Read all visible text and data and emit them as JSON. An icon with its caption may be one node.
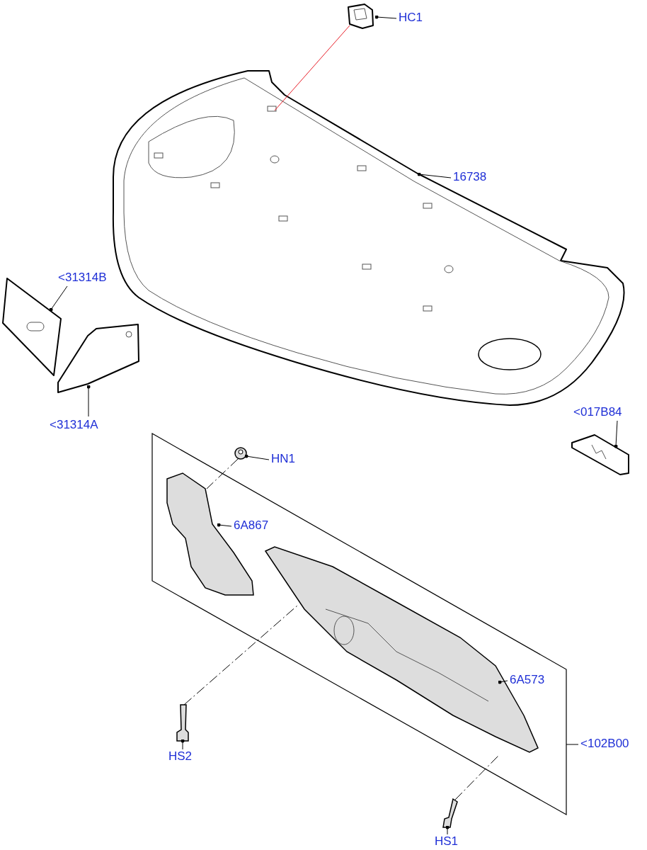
{
  "diagram": {
    "nodes": [
      {
        "text": [
          "HC1"
        ]
      },
      {
        "text": [],
        "shape": "picture"
      },
      {
        "text": [
          "16738"
        ]
      },
      {
        "text": [],
        "shape": "picture"
      },
      {
        "text": [
          "<31314B"
        ]
      },
      {
        "text": [],
        "shape": "picture"
      },
      {
        "text": [
          "<31314A"
        ]
      },
      {
        "text": [],
        "shape": "picture"
      },
      {
        "text": [
          "<017B84"
        ]
      },
      {
        "text": [],
        "shape": "picture"
      },
      {
        "text": [
          "HN1"
        ]
      },
      {
        "text": [],
        "shape": "picture"
      },
      {
        "text": [],
        "shape": "box"
      },
      {
        "text": [
          "6A867"
        ],
        "in": 12
      },
      {
        "text": [],
        "shape": "picture",
        "in": 12
      },
      {
        "text": [
          "6A573"
        ],
        "in": 12
      },
      {
        "text": [],
        "shape": "picture",
        "in": 12
      },
      {
        "text": [
          "<102B00"
        ]
      },
      {
        "text": [
          "HS2"
        ]
      },
      {
        "text": [],
        "shape": "picture"
      },
      {
        "text": [
          "HS1"
        ]
      },
      {
        "text": [],
        "shape": "picture"
      }
    ],
    "edges": [
      {
        "from": 0,
        "to": 1,
        "arrow": "other"
      },
      {
        "from": 1,
        "to": 3,
        "arrow": "none",
        "color": "#e8202a"
      },
      {
        "from": 2,
        "to": 3,
        "arrow": "other"
      },
      {
        "from": 4,
        "to": 5,
        "arrow": "other"
      },
      {
        "from": 6,
        "to": 7,
        "arrow": "other"
      },
      {
        "from": 8,
        "to": 9,
        "arrow": "other"
      },
      {
        "from": 10,
        "to": 11,
        "arrow": "other"
      },
      {
        "from": 13,
        "to": 14,
        "arrow": "other"
      },
      {
        "from": 11,
        "to": 14,
        "arrow": "none",
        "style": "dashed"
      },
      {
        "from": 15,
        "to": 16,
        "arrow": "other"
      },
      {
        "from": 17,
        "to": 12,
        "arrow": "none"
      },
      {
        "from": 18,
        "to": 19,
        "arrow": "other"
      },
      {
        "from": 19,
        "to": 16,
        "arrow": "none",
        "style": "dashed"
      },
      {
        "from": 20,
        "to": 21,
        "arrow": "other"
      },
      {
        "from": 21,
        "to": 16,
        "arrow": "none",
        "style": "dashed"
      }
    ]
  }
}
